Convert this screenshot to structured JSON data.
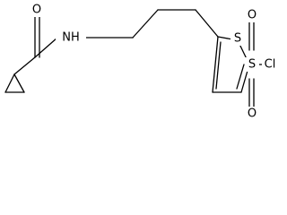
{
  "molecule": {
    "atoms": {
      "oxygen_carbonyl": "O",
      "amide_nitrogen": "NH",
      "sulfur_ring": "S",
      "sulfonyl_sulfur": "S",
      "sulfonyl_oxygen_top": "O",
      "sulfonyl_oxygen_bottom": "O",
      "chlorine": "Cl"
    }
  },
  "colors": {
    "bond": "#000000",
    "background": "#ffffff",
    "text": "#000000"
  }
}
